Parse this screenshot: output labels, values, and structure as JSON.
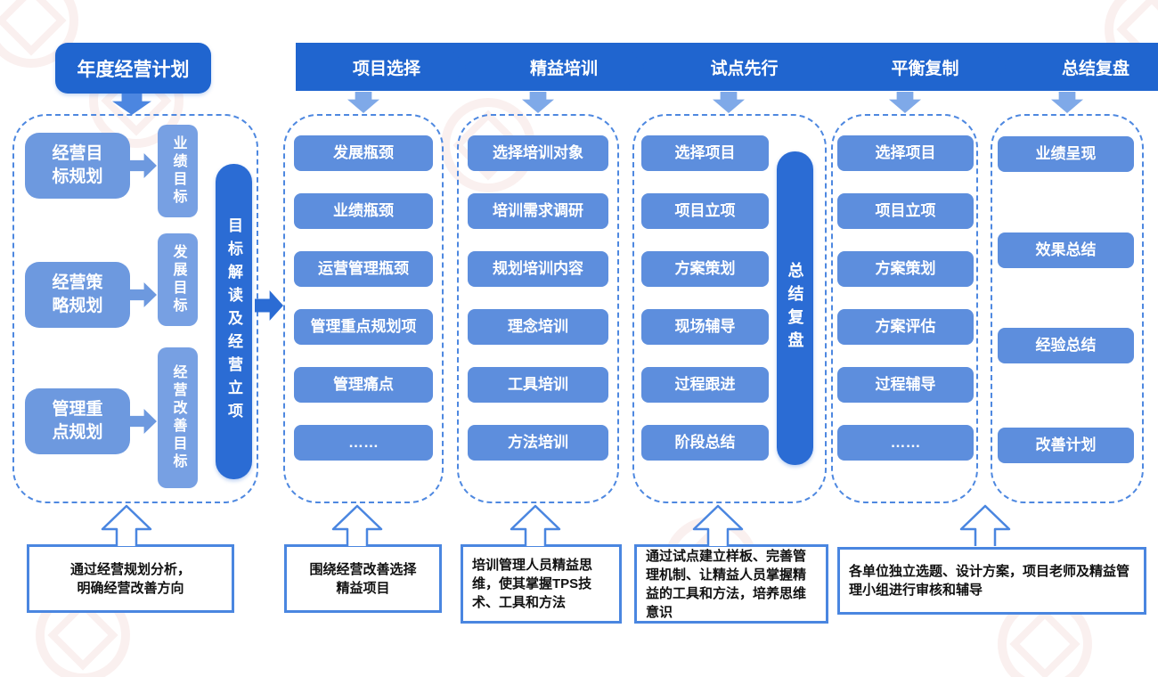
{
  "title": "年度经营计划",
  "planning": {
    "rows": [
      {
        "source": "经营目\n标规划",
        "target": "业绩目标"
      },
      {
        "source": "经营策\n略规划",
        "target": "发展目标"
      },
      {
        "source": "管理重\n点规划",
        "target": "经营改善目标"
      }
    ],
    "bar": "目标解读及经营立项"
  },
  "stage_columns": [
    {
      "header": "项目选择",
      "items": [
        "发展瓶颈",
        "业绩瓶颈",
        "运营管理瓶颈",
        "管理重点规划项",
        "管理痛点",
        "……"
      ]
    },
    {
      "header": "精益培训",
      "items": [
        "选择培训对象",
        "培训需求调研",
        "规划培训内容",
        "理念培训",
        "工具培训",
        "方法培训"
      ]
    },
    {
      "header": "试点先行",
      "items": [
        "选择项目",
        "项目立项",
        "方案策划",
        "现场辅导",
        "过程跟进",
        "阶段总结"
      ],
      "side_bar": "总结复盘"
    },
    {
      "header": "平衡复制",
      "items": [
        "选择项目",
        "项目立项",
        "方案策划",
        "方案评估",
        "过程辅导",
        "……"
      ]
    },
    {
      "header": "总结复盘",
      "items": [
        "业绩呈现",
        "效果总结",
        "经验总结",
        "改善计划"
      ]
    }
  ],
  "notes": [
    "通过经营规划分析，\n明确经营改善方向",
    "围绕经营改善选择\n精益项目",
    "培训管理人员精益思维，使其掌握TPS技术、工具和方法",
    "通过试点建立样板、完善管理机制、让精益人员掌握精益的工具和方法，培养思维意识",
    "各单位独立选题、设计方案，项目老师及精益管理小组进行审核和辅导"
  ],
  "colors": {
    "primary_dark": "#2065cf",
    "item_blue": "#5d8edd",
    "source_blue": "#6d99df",
    "tag_blue": "#77a0e3",
    "dashed_border": "#4e88e0",
    "note_border": "#4a86e0",
    "light_arrow": "#7fa9e8"
  }
}
